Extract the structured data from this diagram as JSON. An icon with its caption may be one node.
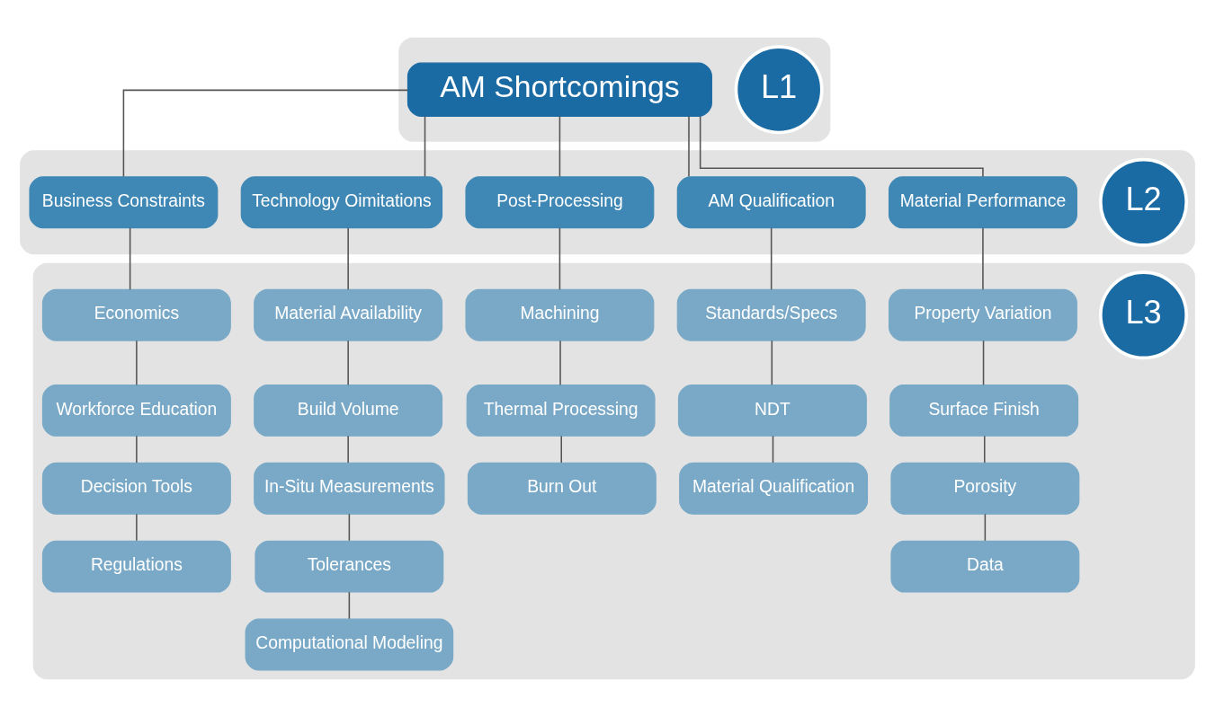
{
  "diagram": {
    "nodes": [
      {
        "text": [],
        "shape": "band"
      },
      {
        "text": [
          "L1"
        ],
        "in": 0
      },
      {
        "text": [
          "AM Shortcomings"
        ],
        "in": 0
      },
      {
        "text": [],
        "shape": "band"
      },
      {
        "text": [
          "L2"
        ],
        "in": 3
      },
      {
        "text": [
          "Material Performance"
        ],
        "in": 3
      },
      {
        "text": [
          "AM Qualification"
        ],
        "in": 3
      },
      {
        "text": [
          "Post-Processing"
        ],
        "in": 3
      },
      {
        "text": [
          "Technology Oimitations"
        ],
        "in": 3
      },
      {
        "text": [
          "Business Constraints"
        ],
        "in": 3
      },
      {
        "text": [],
        "shape": "band"
      },
      {
        "text": [
          "L3"
        ],
        "in": 10
      },
      {
        "text": [
          "Property Variation"
        ],
        "in": 10
      },
      {
        "text": [
          "Surface Finish"
        ],
        "in": 10
      },
      {
        "text": [
          "Porosity"
        ],
        "in": 10
      },
      {
        "text": [
          "Data"
        ],
        "in": 10
      },
      {
        "text": [
          "Standards/Specs"
        ],
        "in": 10
      },
      {
        "text": [
          "NDT"
        ],
        "in": 10
      },
      {
        "text": [
          "Material Qualification"
        ],
        "in": 10
      },
      {
        "text": [
          "Machining"
        ],
        "in": 10
      },
      {
        "text": [
          "Thermal Processing"
        ],
        "in": 10
      },
      {
        "text": [
          "Burn Out"
        ],
        "in": 10
      },
      {
        "text": [
          "Material Availability"
        ],
        "in": 10
      },
      {
        "text": [
          "Build Volume"
        ],
        "in": 10
      },
      {
        "text": [
          "In-Situ Measurements"
        ],
        "in": 10
      },
      {
        "text": [
          "Tolerances"
        ],
        "in": 10
      },
      {
        "text": [
          "Computational Modeling"
        ],
        "in": 10
      },
      {
        "text": [
          "Economics"
        ],
        "in": 10
      },
      {
        "text": [
          "Workforce Education"
        ],
        "in": 10
      },
      {
        "text": [
          "Decision Tools"
        ],
        "in": 10
      },
      {
        "text": [
          "Regulations"
        ],
        "in": 10
      }
    ],
    "edges": [
      {
        "from": 2,
        "to": 5,
        "arrow": "none"
      },
      {
        "from": 2,
        "to": 6,
        "arrow": "none"
      },
      {
        "from": 2,
        "to": 7,
        "arrow": "none"
      },
      {
        "from": 2,
        "to": 8,
        "arrow": "none"
      },
      {
        "from": 2,
        "to": 9,
        "arrow": "none"
      },
      {
        "from": 5,
        "to": 12,
        "arrow": "none"
      },
      {
        "from": 12,
        "to": 13,
        "arrow": "none"
      },
      {
        "from": 13,
        "to": 14,
        "arrow": "none"
      },
      {
        "from": 14,
        "to": 15,
        "arrow": "none"
      },
      {
        "from": 6,
        "to": 16,
        "arrow": "none"
      },
      {
        "from": 16,
        "to": 17,
        "arrow": "none"
      },
      {
        "from": 17,
        "to": 18,
        "arrow": "none"
      },
      {
        "from": 7,
        "to": 19,
        "arrow": "none"
      },
      {
        "from": 19,
        "to": 20,
        "arrow": "none"
      },
      {
        "from": 20,
        "to": 21,
        "arrow": "none"
      },
      {
        "from": 8,
        "to": 22,
        "arrow": "none"
      },
      {
        "from": 22,
        "to": 23,
        "arrow": "none"
      },
      {
        "from": 23,
        "to": 24,
        "arrow": "none"
      },
      {
        "from": 24,
        "to": 25,
        "arrow": "none"
      },
      {
        "from": 25,
        "to": 26,
        "arrow": "none"
      },
      {
        "from": 9,
        "to": 27,
        "arrow": "none"
      },
      {
        "from": 27,
        "to": 28,
        "arrow": "none"
      },
      {
        "from": 28,
        "to": 29,
        "arrow": "none"
      },
      {
        "from": 29,
        "to": 30,
        "arrow": "none"
      }
    ]
  }
}
